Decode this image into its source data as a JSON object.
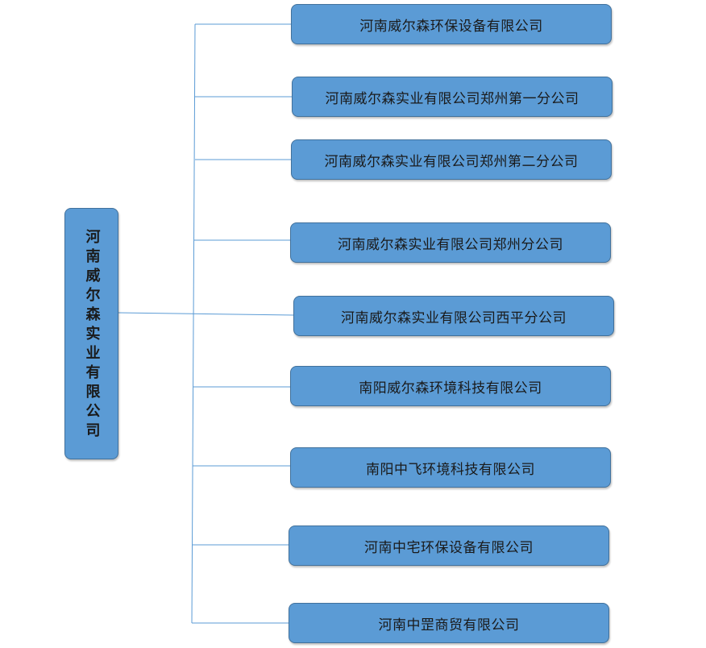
{
  "root": {
    "label": "河南威尔森实业有限公司"
  },
  "children": [
    {
      "label": "河南威尔森环保设备有限公司"
    },
    {
      "label": "河南威尔森实业有限公司郑州第一分公司"
    },
    {
      "label": "河南威尔森实业有限公司郑州第二分公司"
    },
    {
      "label": "河南威尔森实业有限公司郑州分公司"
    },
    {
      "label": "河南威尔森实业有限公司西平分公司"
    },
    {
      "label": "南阳威尔森环境科技有限公司"
    },
    {
      "label": "南阳中飞环境科技有限公司"
    },
    {
      "label": "河南中宅环保设备有限公司"
    },
    {
      "label": "河南中罡商贸有限公司"
    }
  ],
  "colors": {
    "node_fill": "#5b9bd5",
    "node_border": "#41719c",
    "connector": "#5b9bd5"
  }
}
